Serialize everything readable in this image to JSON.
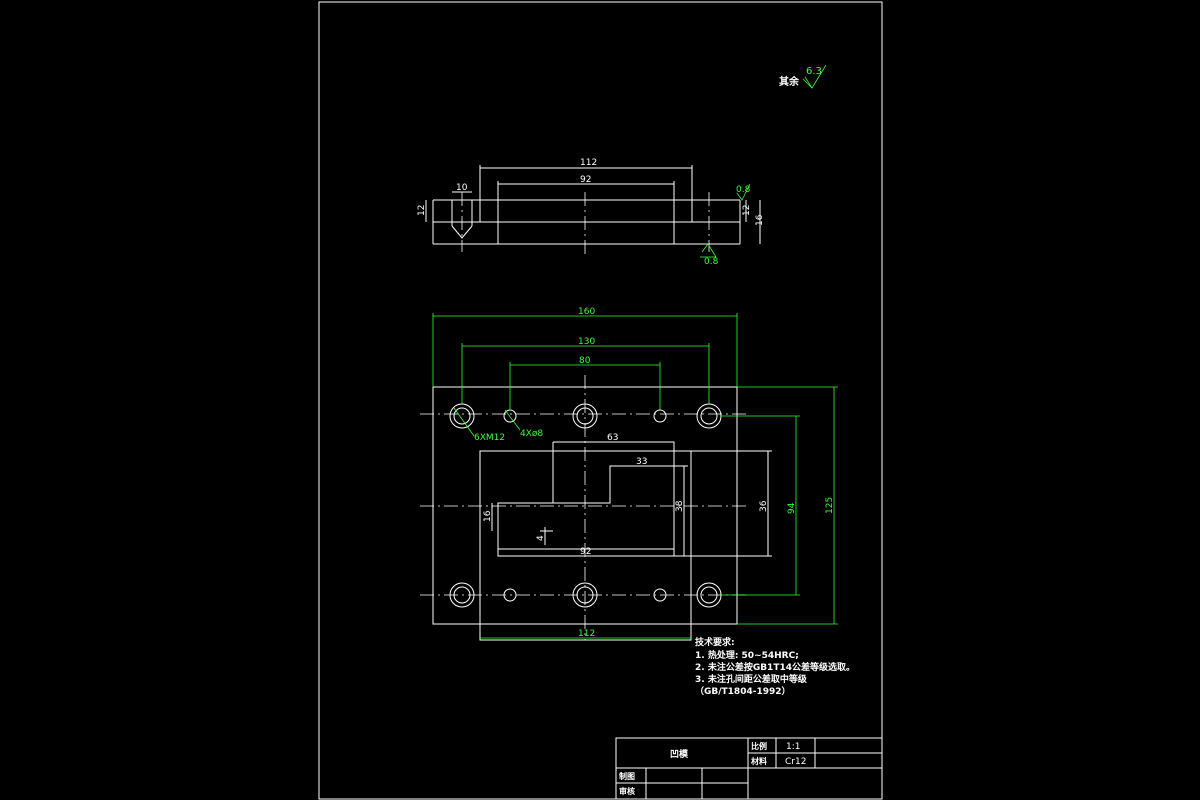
{
  "roughness": {
    "prefix": "其余",
    "value": "6.3"
  },
  "side_view": {
    "dims": {
      "len_112": "112",
      "len_92": "92",
      "len_10": "10",
      "h_12_left": "12",
      "h_12_right": "12",
      "h_16": "16"
    },
    "roughness_top": "0.8",
    "roughness_bottom": "0.8"
  },
  "top_view": {
    "dims": {
      "len_160": "160",
      "len_130": "130",
      "len_80": "80",
      "len_63": "63",
      "len_33": "33",
      "len_92": "92",
      "len_112": "112",
      "h_38": "38",
      "h_36": "36",
      "h_94": "94",
      "h_125": "125",
      "h_16": "16",
      "h_4": "4"
    },
    "hole_labels": {
      "big": "6XM12",
      "small": "4Xø8"
    }
  },
  "tech_notes": {
    "title": "技术要求:",
    "lines": [
      "1. 热处理: 50~54HRC;",
      "2. 未注公差按GB1T14公差等级选取。",
      "3. 未注孔间距公差取中等级",
      "（GB/T1804-1992）"
    ]
  },
  "title_block": {
    "part_name": "凹模",
    "scale_label": "比例",
    "scale_value": "1:1",
    "material_label": "材料",
    "material_value": "Cr12",
    "drawn_label": "制图",
    "checked_label": "审核"
  }
}
